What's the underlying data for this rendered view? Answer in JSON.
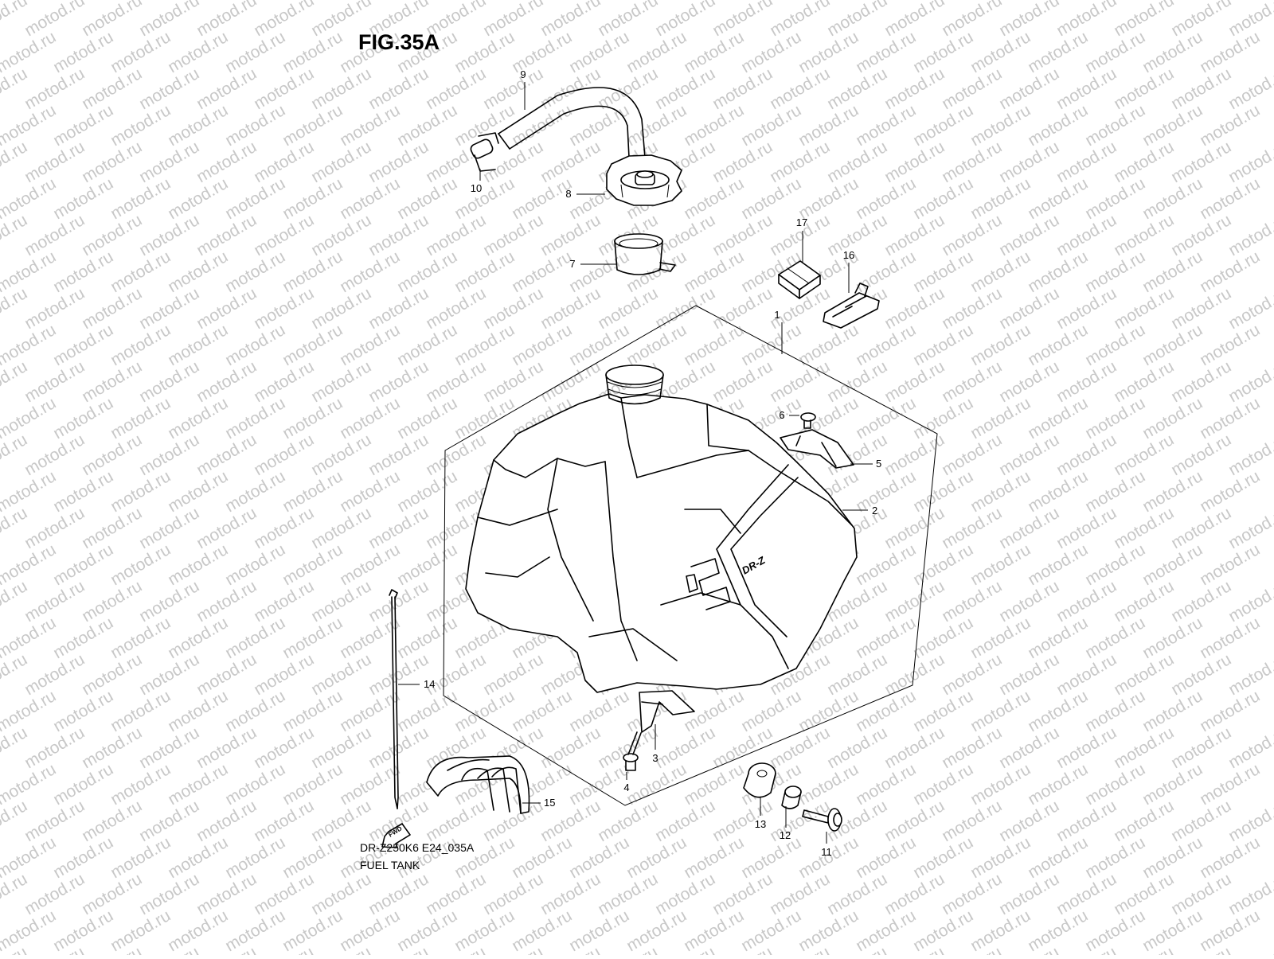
{
  "figure_title": "FIG.35A",
  "model_code": "DR-Z250K6 E24_035A",
  "caption": "FUEL TANK",
  "watermark": "motod.ru",
  "fwd_label": "FWD",
  "tank_logo": "DR-Z",
  "callouts": [
    {
      "id": "1",
      "label": "1"
    },
    {
      "id": "2",
      "label": "2"
    },
    {
      "id": "3",
      "label": "3"
    },
    {
      "id": "4",
      "label": "4"
    },
    {
      "id": "5",
      "label": "5"
    },
    {
      "id": "6",
      "label": "6"
    },
    {
      "id": "7",
      "label": "7"
    },
    {
      "id": "8",
      "label": "8"
    },
    {
      "id": "9",
      "label": "9"
    },
    {
      "id": "10",
      "label": "10"
    },
    {
      "id": "11",
      "label": "11"
    },
    {
      "id": "12",
      "label": "12"
    },
    {
      "id": "13",
      "label": "13"
    },
    {
      "id": "14",
      "label": "14"
    },
    {
      "id": "15",
      "label": "15"
    },
    {
      "id": "16",
      "label": "16"
    },
    {
      "id": "17",
      "label": "17"
    }
  ]
}
